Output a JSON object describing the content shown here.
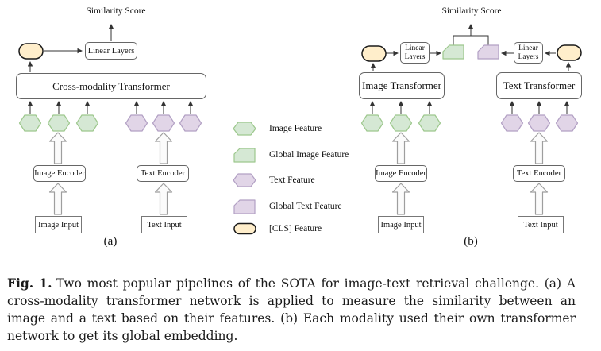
{
  "diagram_a": {
    "similarity_score": "Similarity Score",
    "linear_layers": "Linear Layers",
    "transformer": "Cross-modality Transformer",
    "image_encoder": "Image Encoder",
    "text_encoder": "Text Encoder",
    "image_input": "Image Input",
    "text_input": "Text Input",
    "panel_label": "(a)"
  },
  "diagram_b": {
    "similarity_score": "Similarity Score",
    "linear_layers": "Linear Layers",
    "image_transformer": "Image Transformer",
    "text_transformer": "Text Transformer",
    "image_encoder": "Image Encoder",
    "text_encoder": "Text Encoder",
    "image_input": "Image Input",
    "text_input": "Text Input",
    "panel_label": "(b)"
  },
  "legend": {
    "items": [
      {
        "shape": "image-feature-hexagon",
        "label": "Image Feature"
      },
      {
        "shape": "global-image-feature",
        "label": "Global Image Feature"
      },
      {
        "shape": "text-feature-hexagon",
        "label": "Text Feature"
      },
      {
        "shape": "global-text-feature",
        "label": "Global Text Feature"
      },
      {
        "shape": "cls-feature-oval",
        "label": "[CLS] Feature"
      }
    ]
  },
  "caption": {
    "label": "Fig. 1.",
    "text": "Two most popular pipelines of the SOTA for image-text retrieval challenge. (a) A cross-modality transformer network is applied to measure the similarity between an image and a text based on their features. (b) Each modality used their own transformer network to get its global embedding."
  },
  "colors": {
    "image_feature_fill": "#d5e8d4",
    "image_feature_stroke": "#9dc88d",
    "text_feature_fill": "#e1d5e7",
    "text_feature_stroke": "#b2a0c4",
    "cls_fill": "#ffeecb",
    "cls_stroke": "#1a1a1a",
    "box_border": "#666666",
    "arrow": "#333333",
    "background": "#ffffff"
  }
}
